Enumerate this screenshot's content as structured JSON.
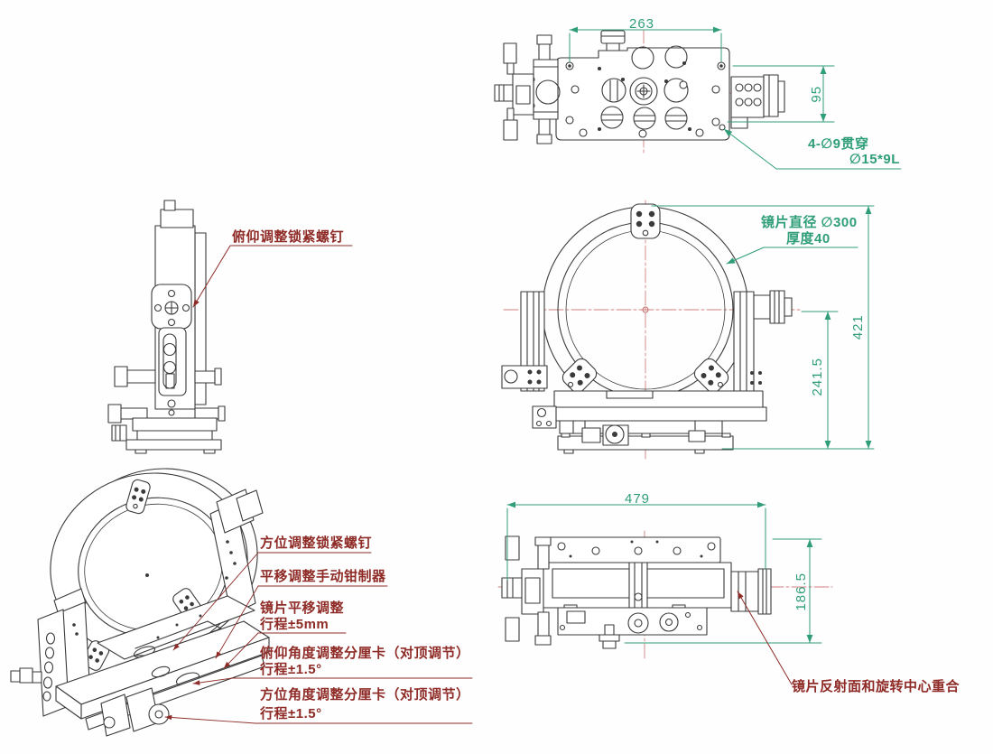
{
  "title": "mirror-mount-engineering-drawing",
  "colors": {
    "line": "#3a3a3a",
    "dimension_green": "#2f9e78",
    "annotation_red": "#8e2b26",
    "centerline_pink": "#d08080",
    "background": "#fefefe"
  },
  "top_view": {
    "dim_width": "263",
    "dim_height": "95",
    "hole_note_line1": "4-∅9贯穿",
    "hole_note_line2": "∅15*9L"
  },
  "side_view": {
    "note": "俯仰调整锁紧螺钉"
  },
  "front_view": {
    "lens_note_line1": "镜片直径 ∅300",
    "lens_note_line2": "厚度40",
    "dim_center_height": "241.5",
    "dim_total_height": "421"
  },
  "iso_view": {
    "notes": [
      {
        "line1": "方位调整锁紧螺钉",
        "line2": ""
      },
      {
        "line1": "平移调整手动钳制器",
        "line2": ""
      },
      {
        "line1": "镜片平移调整",
        "line2": "行程±5mm"
      },
      {
        "line1": "俯仰角度调整分厘卡（对顶调节）",
        "line2": "行程±1.5°"
      },
      {
        "line1": "方位角度调整分厘卡（对顶调节）",
        "line2": "行程±1.5°"
      }
    ]
  },
  "bottom_view": {
    "dim_width": "479",
    "dim_height": "186.5",
    "note": "镜片反射面和旋转中心重合"
  }
}
